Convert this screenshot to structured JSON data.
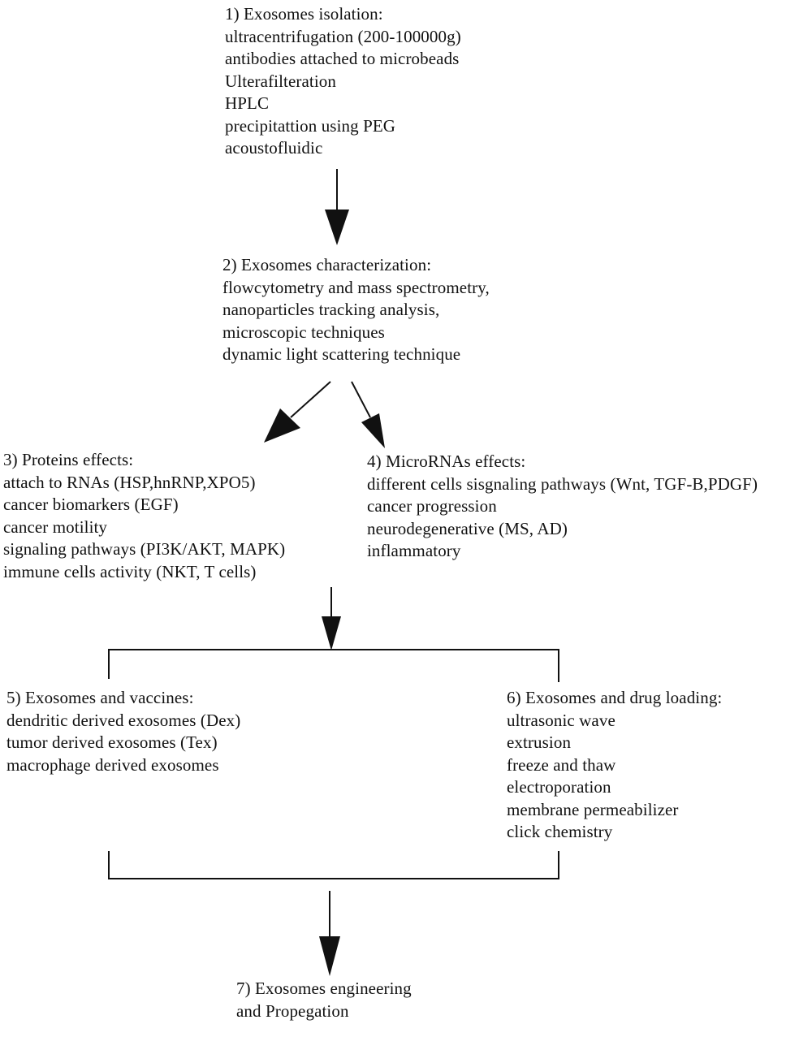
{
  "step1": {
    "lines": [
      "1) Exosomes isolation:",
      "ultracentrifugation (200-100000g)",
      "antibodies attached to microbeads",
      "Ulterafilteration",
      "HPLC",
      "precipitattion using PEG",
      "acoustofluidic"
    ]
  },
  "step2": {
    "lines": [
      "2) Exosomes characterization:",
      "flowcytometry and mass spectrometry,",
      "nanoparticles tracking analysis,",
      "microscopic techniques",
      "dynamic light scattering technique"
    ]
  },
  "step3": {
    "lines": [
      "3) Proteins effects:",
      "attach to RNAs (HSP,hnRNP,XPO5)",
      "cancer biomarkers (EGF)",
      "cancer motility",
      "signaling pathways (PI3K/AKT, MAPK)",
      "immune cells activity (NKT, T cells)"
    ]
  },
  "step4": {
    "lines": [
      "4) MicroRNAs effects:",
      "different cells sisgnaling pathways (Wnt, TGF-B,PDGF)",
      "cancer progression",
      "neurodegenerative (MS, AD)",
      "inflammatory"
    ]
  },
  "step5": {
    "lines": [
      "5) Exosomes and vaccines:",
      "dendritic derived exosomes (Dex)",
      "tumor derived exosomes (Tex)",
      "macrophage derived exosomes"
    ]
  },
  "step6": {
    "lines": [
      "6) Exosomes and drug loading:",
      "ultrasonic wave",
      "extrusion",
      "freeze and thaw",
      "electroporation",
      "membrane permeabilizer",
      "click chemistry"
    ]
  },
  "step7": {
    "lines": [
      "7) Exosomes engineering",
      "and Propegation"
    ]
  }
}
